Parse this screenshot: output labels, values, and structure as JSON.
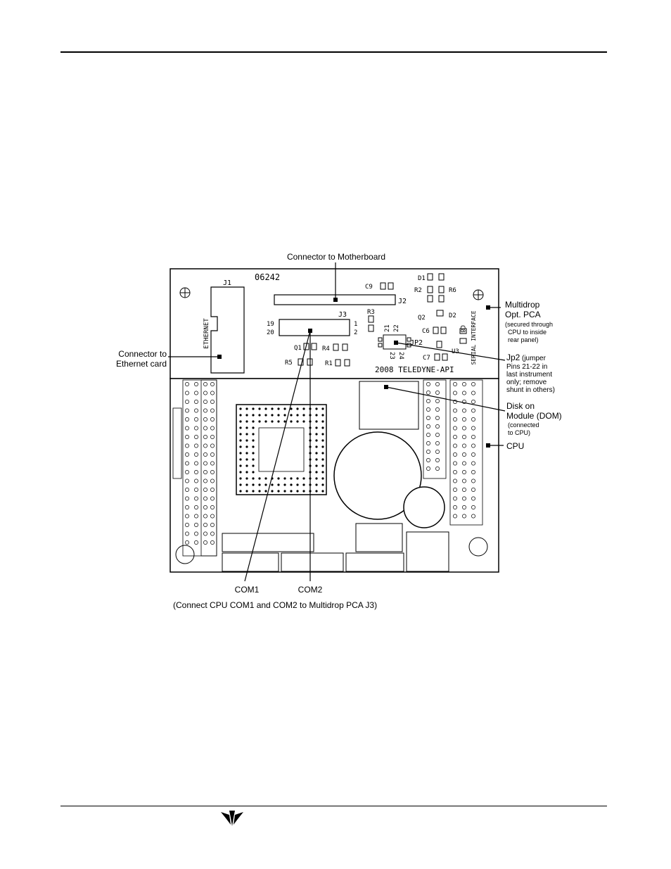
{
  "labels": {
    "connector_motherboard": "Connector to Motherboard",
    "connector_ethernet_1": "Connector to",
    "connector_ethernet_2": "Ethernet card",
    "multidrop_1": "Multidrop",
    "multidrop_2": "Opt. PCA",
    "multidrop_note_1": "(secured through",
    "multidrop_note_2": "CPU to inside",
    "multidrop_note_3": "rear panel)",
    "jp2_1": "Jp2",
    "jp2_1b": "(jumper",
    "jp2_2": "Pins 21-22 in",
    "jp2_3": "last instrument",
    "jp2_4": "only; remove",
    "jp2_5": "shunt in others)",
    "dom_1": "Disk on",
    "dom_2": "Module (DOM)",
    "dom_3": "(connected",
    "dom_4": "to CPU)",
    "cpu": "CPU",
    "com1": "COM1",
    "com2": "COM2",
    "caption": "(Connect CPU COM1 and COM2 to Multidrop PCA J3)"
  },
  "board": {
    "part_number": "06242",
    "j1": "J1",
    "j2": "J2",
    "j3": "J3",
    "ethernet": "ETHERNET",
    "serial_interface": "SERIAL INTERFACE",
    "copyright": "2008 TELEDYNE-API",
    "pin19": "19",
    "pin20": "20",
    "pin1": "1",
    "pin2": "2",
    "c9": "C9",
    "d1": "D1",
    "r2": "R2",
    "r6": "R6",
    "r3": "R3",
    "q2": "Q2",
    "d2": "D2",
    "c6": "C6",
    "c8": "C8",
    "u3": "U3",
    "c7": "C7",
    "q1": "Q1",
    "r4": "R4",
    "r5": "R5",
    "r1": "R1",
    "jp2": "JP2",
    "p21": "21",
    "p22": "22",
    "p23": "23",
    "p24": "24"
  },
  "colors": {
    "ink": "#000000",
    "paper": "#ffffff",
    "board_fill": "#ffffff"
  }
}
